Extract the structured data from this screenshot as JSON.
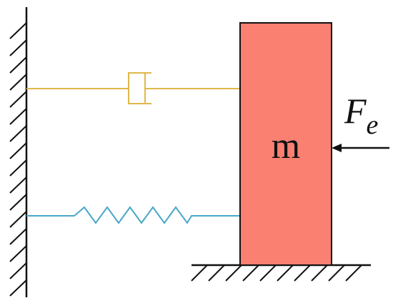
{
  "labels": {
    "mass": "m",
    "force_main": "F",
    "force_sub": "e"
  },
  "colors": {
    "mass_fill": "#fa8072",
    "mass_stroke": "#111111",
    "damper": "#e0b84a",
    "spring": "#4aa8c8",
    "wall": "#111111",
    "arrow": "#111111"
  }
}
